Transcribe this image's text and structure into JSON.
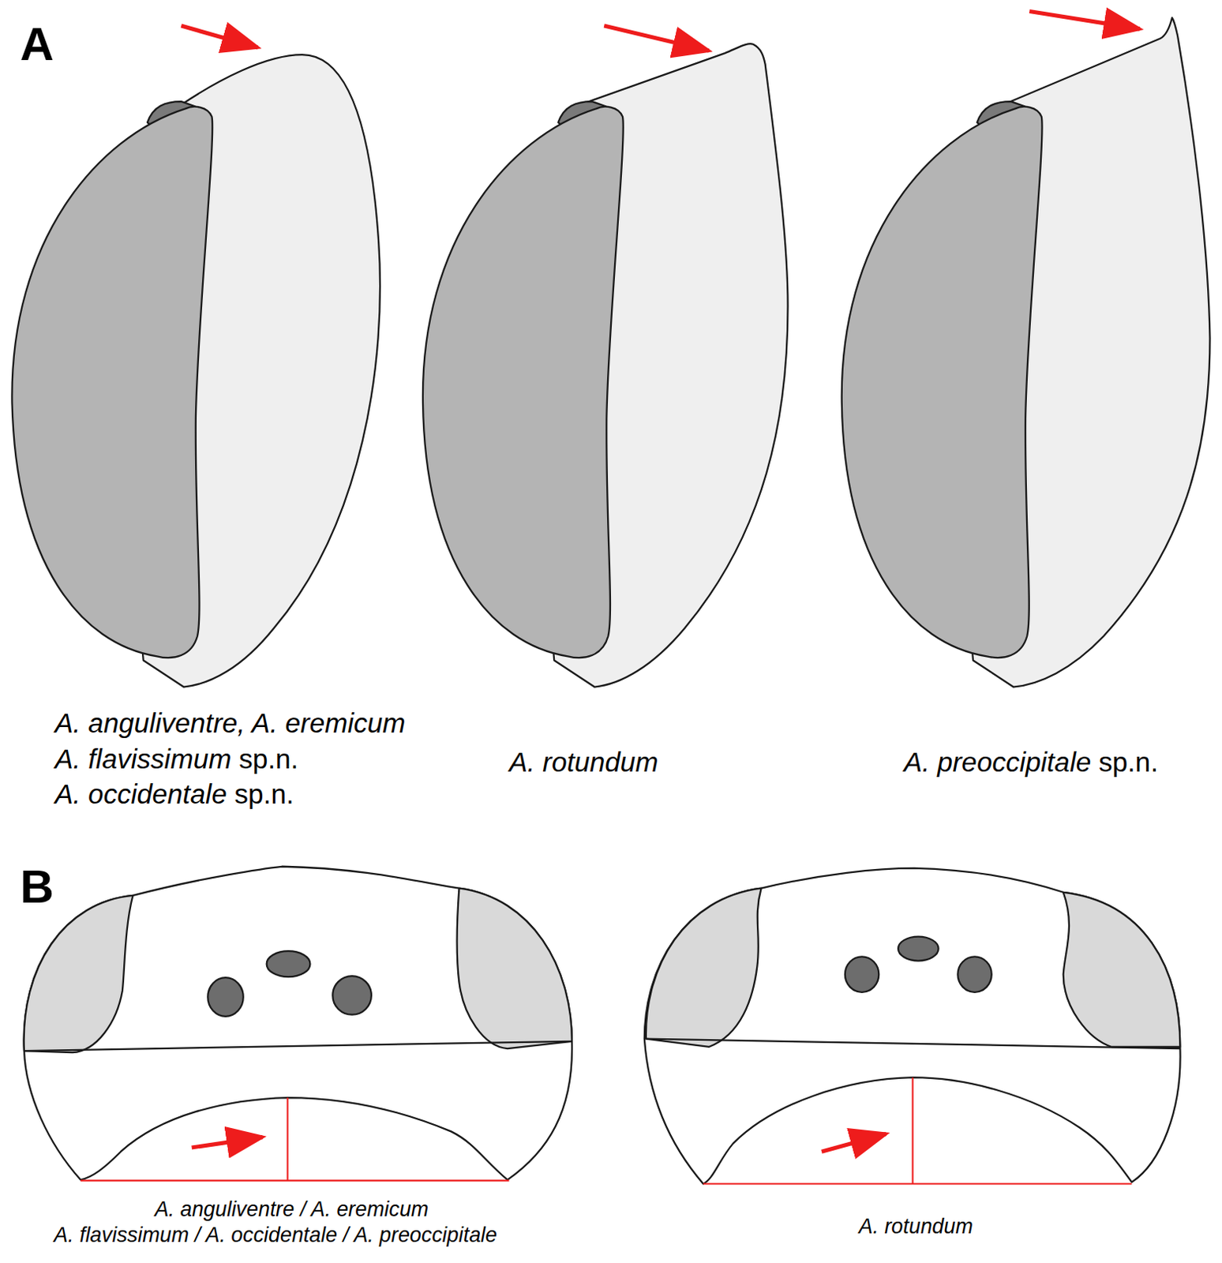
{
  "diagram": {
    "labels": [
      "A",
      "A. anguliventre, A. eremicum",
      "A. flavissimum",
      "sp.n.",
      "A. occidentale",
      "sp.n.",
      "A. rotundum",
      "A. preoccipitale",
      "sp.n.",
      "B",
      "A. anguliventre / A. eremicum",
      "A. flavissimum / A. occidentale / A. preoccipitale",
      "A. rotundum"
    ]
  }
}
